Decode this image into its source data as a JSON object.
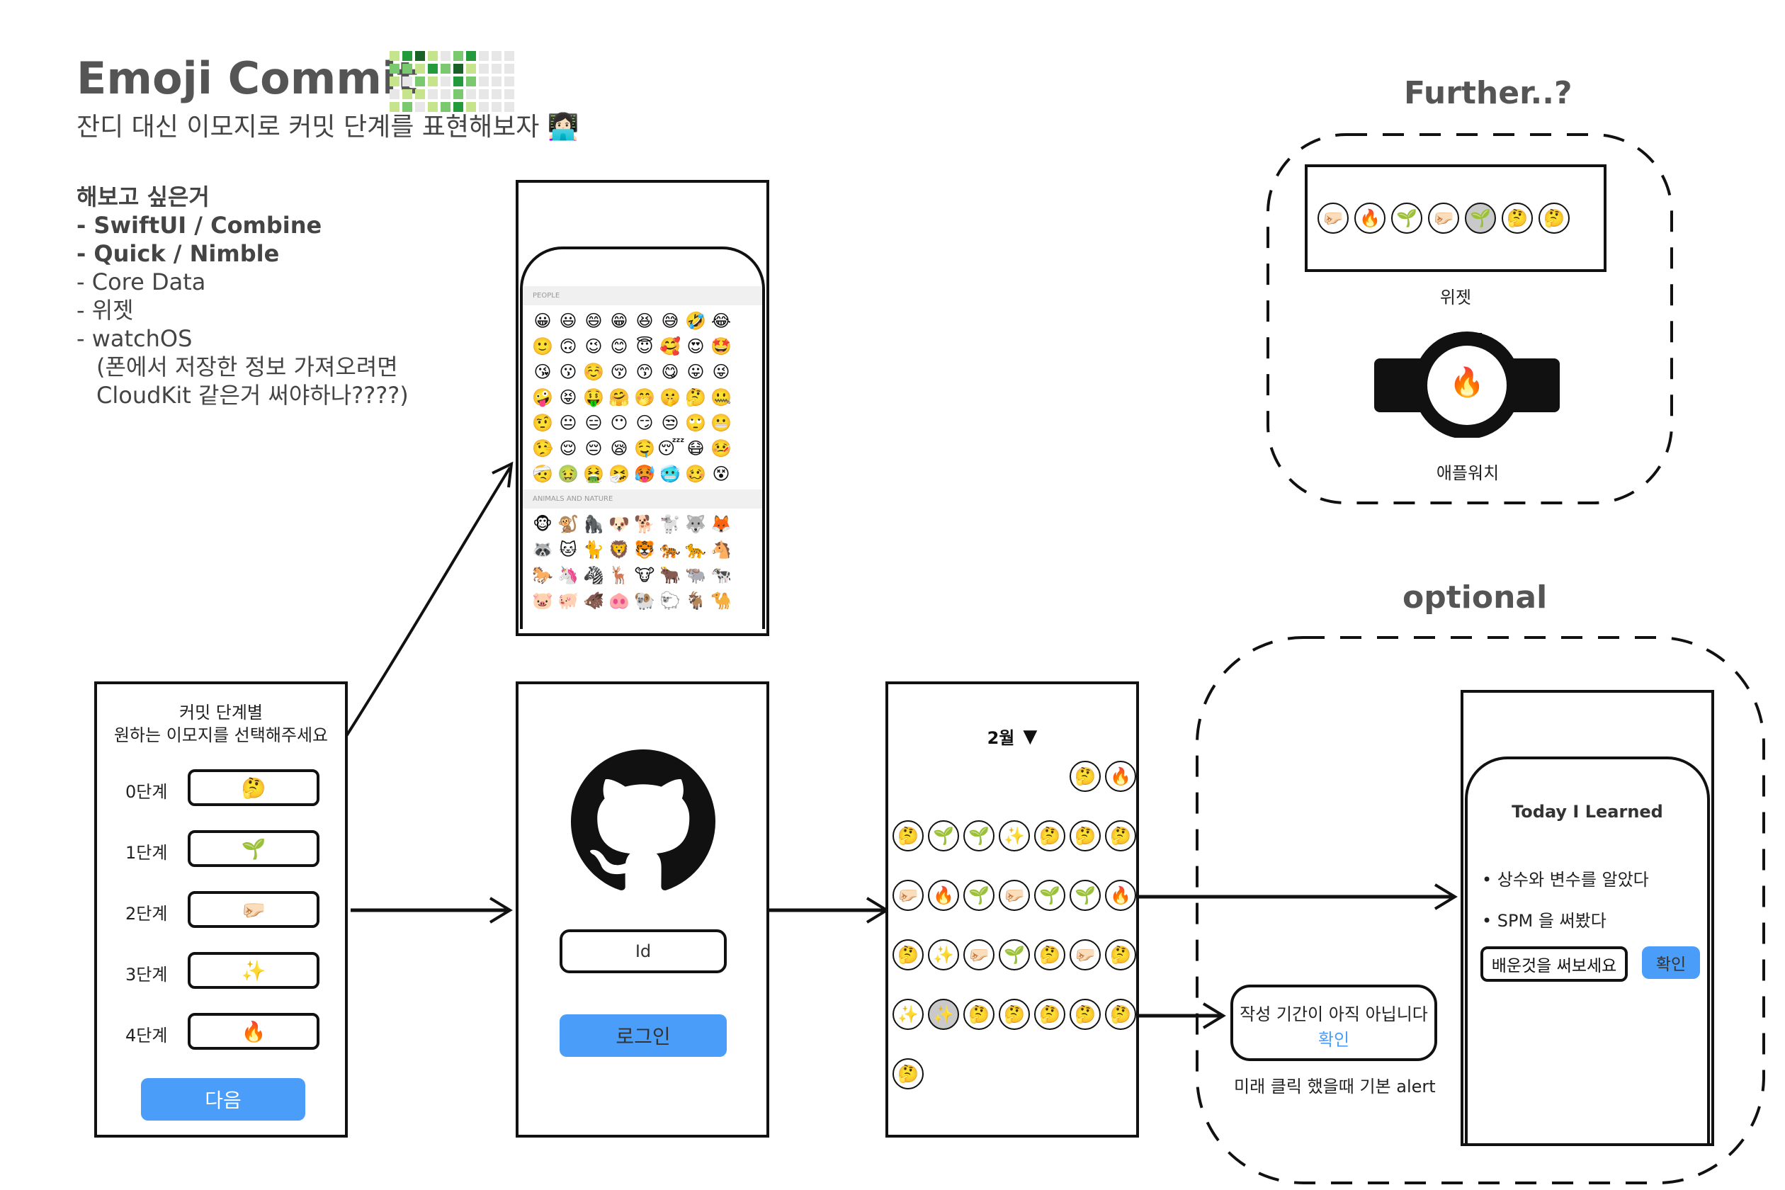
{
  "header": {
    "title": "Emoji Commit",
    "subtitle": "잔디 대신 이모지로 커밋 단계를 표현해보자 👩🏻‍💻"
  },
  "todo": {
    "heading": "해보고 싶은거",
    "items": [
      "- SwiftUI / Combine",
      "- Quick / Nimble",
      "- Core Data",
      "- 위젯",
      "- watchOS"
    ],
    "note_line1": "(폰에서 저장한 정보 가져오려면",
    "note_line2": "CloudKit 같은거 써야하나????)"
  },
  "emoji_picker": {
    "section_people": "PEOPLE",
    "section_animals": "ANIMALS AND NATURE",
    "people": [
      "😀",
      "😃",
      "😄",
      "😁",
      "😆",
      "😅",
      "🤣",
      "😂",
      "🙂",
      "🙃",
      "😉",
      "😊",
      "😇",
      "🥰",
      "😍",
      "🤩",
      "😘",
      "😗",
      "☺️",
      "😚",
      "😙",
      "😋",
      "😛",
      "😜",
      "🤪",
      "😝",
      "🤑",
      "🤗",
      "🤭",
      "🤫",
      "🤔",
      "🤐",
      "🤨",
      "😐",
      "😑",
      "😶",
      "😏",
      "😒",
      "🙄",
      "😬",
      "🤥",
      "😌",
      "😔",
      "😪",
      "🤤",
      "😴",
      "😷",
      "🤒",
      "🤕",
      "🤢",
      "🤮",
      "🤧",
      "🥵",
      "🥶",
      "🥴",
      "😵"
    ],
    "animals": [
      "🐵",
      "🐒",
      "🦍",
      "🐶",
      "🐕",
      "🐩",
      "🐺",
      "🦊",
      "🦝",
      "🐱",
      "🐈",
      "🦁",
      "🐯",
      "🐅",
      "🐆",
      "🐴",
      "🐎",
      "🦄",
      "🦓",
      "🦌",
      "🐮",
      "🐂",
      "🐃",
      "🐄",
      "🐷",
      "🐖",
      "🐗",
      "🐽",
      "🐏",
      "🐑",
      "🐐",
      "🐪"
    ]
  },
  "stage_screen": {
    "title_line1": "커밋 단계별",
    "title_line2": "원하는 이모지를 선택해주세요",
    "stages": [
      {
        "label": "0단계",
        "emoji": "🤔"
      },
      {
        "label": "1단계",
        "emoji": "🌱"
      },
      {
        "label": "2단계",
        "emoji": "🤛🏻"
      },
      {
        "label": "3단계",
        "emoji": "✨"
      },
      {
        "label": "4단계",
        "emoji": "🔥"
      }
    ],
    "next_button": "다음"
  },
  "login_screen": {
    "id_placeholder": "Id",
    "login_button": "로그인"
  },
  "calendar_screen": {
    "month": "2월",
    "dropdown_icon": "▼",
    "rows": [
      [
        "",
        "",
        "",
        "",
        "",
        "🤔",
        "🔥"
      ],
      [
        "🤔",
        "🌱",
        "🌱",
        "✨",
        "🤔",
        "🤔",
        "🤔"
      ],
      [
        "🤛🏻",
        "🔥",
        "🌱",
        "🤛🏻",
        "🌱",
        "🌱",
        "🔥"
      ],
      [
        "🤔",
        "✨",
        "🤛🏻",
        "🌱",
        "🤔",
        "🤛🏻",
        "🤔"
      ],
      [
        "✨",
        "✨",
        "🤔",
        "🤔",
        "🤔",
        "🤔",
        "🤔"
      ],
      [
        "🤔",
        "",
        "",
        "",
        "",
        "",
        ""
      ]
    ]
  },
  "alert": {
    "message": "작성 기간이 아직 아닙니다",
    "confirm": "확인",
    "caption": "미래 클릭 했을때 기본 alert"
  },
  "optional": {
    "label": "optional",
    "til_title": "Today I Learned",
    "til_items": [
      "•  상수와 변수를 알았다",
      "•  SPM 을 써봤다"
    ],
    "input_placeholder": "배운것을 써보세요",
    "confirm_button": "확인"
  },
  "further": {
    "label": "Further..?",
    "widget_emojis": [
      "🤛🏻",
      "🔥",
      "🌱",
      "🤛🏻",
      "🌱",
      "🤔",
      "🤔"
    ],
    "widget_caption": "위젯",
    "watch_emoji": "🔥",
    "watch_caption": "애플워치"
  },
  "colors": {
    "accent": "#4a9df8",
    "grass": [
      "#e7e7e7",
      "#c6e48b",
      "#7bc96f",
      "#239a3b",
      "#196127"
    ]
  }
}
